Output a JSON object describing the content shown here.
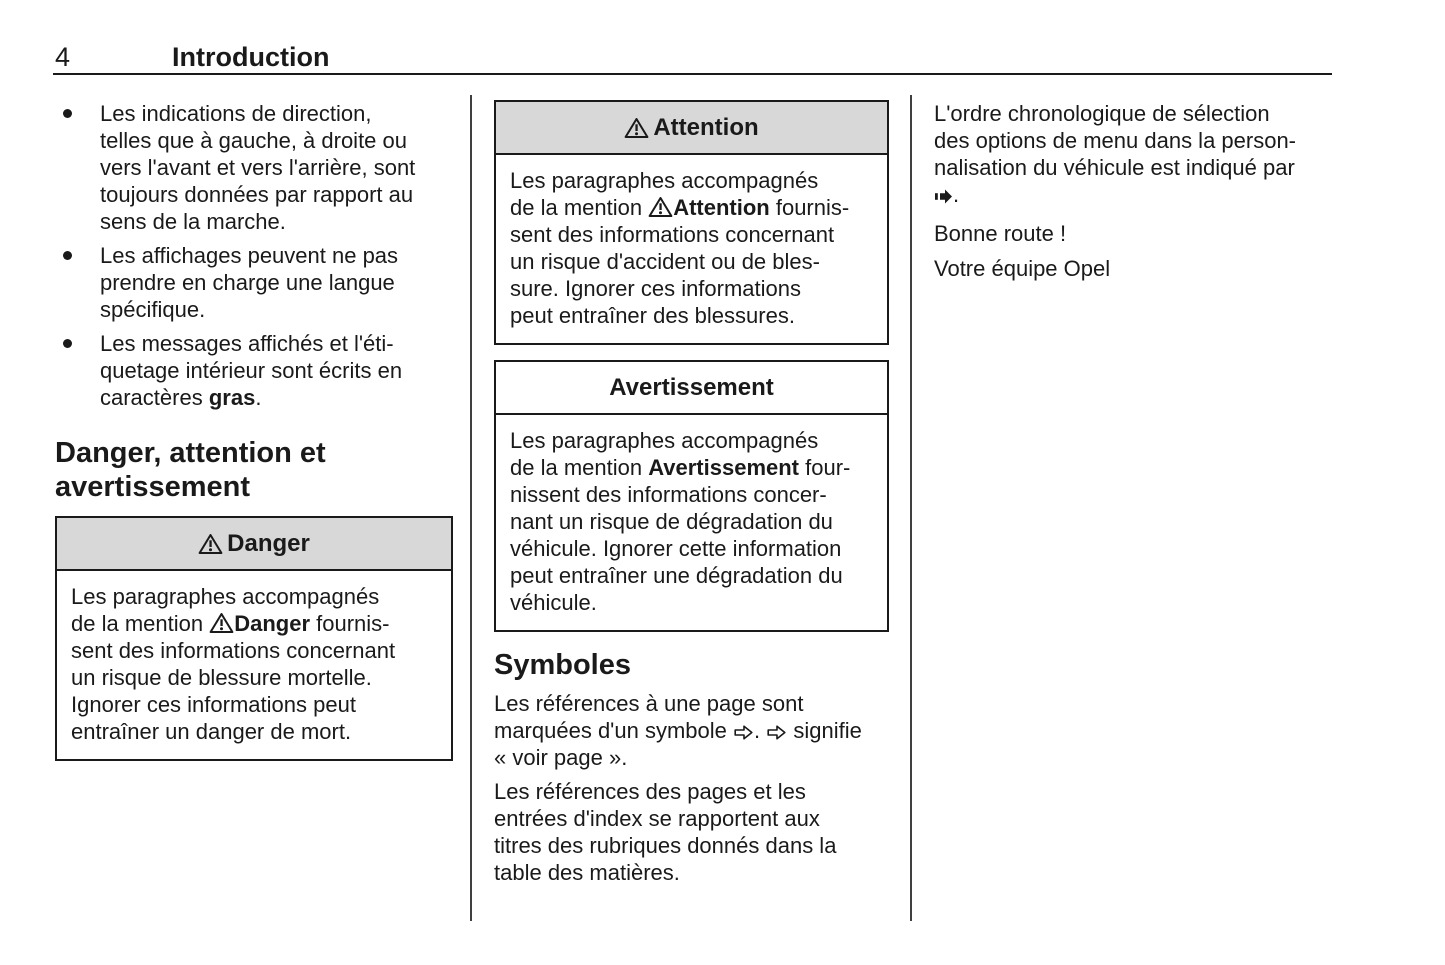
{
  "page": {
    "number": "4",
    "chapter": "Introduction"
  },
  "col1": {
    "bullets": [
      {
        "runs": [
          {
            "t": "Les indications de direction,\ntelles que à gauche, à droite ou\nvers l'avant et vers l'arrière, sont\ntoujours données par rapport au\nsens de la marche."
          }
        ]
      },
      {
        "runs": [
          {
            "t": "Les affichages peuvent ne pas\nprendre en charge une langue\nspécifique."
          }
        ]
      },
      {
        "runs": [
          {
            "t": "Les messages affichés et l'éti-\nquetage intérieur sont écrits en\ncaractères "
          },
          {
            "t": "gras",
            "b": true
          },
          {
            "t": "."
          }
        ]
      }
    ],
    "heading": "Danger, attention et\navertissement",
    "danger_box": {
      "title": "Danger",
      "title_icon": "warning-triangle-icon",
      "body_runs": [
        {
          "t": "Les paragraphes accompagnés\nde la mention "
        },
        {
          "icon": "warning-triangle-icon"
        },
        {
          "t": "Danger",
          "b": true
        },
        {
          "t": " fournis-\nsent des informations concernant\nun risque de blessure mortelle.\nIgnorer ces informations peut\nentraîner un danger de mort."
        }
      ]
    }
  },
  "col2": {
    "attention_box": {
      "title": "Attention",
      "title_icon": "warning-triangle-icon",
      "body_runs": [
        {
          "t": "Les paragraphes accompagnés\nde la mention "
        },
        {
          "icon": "warning-triangle-icon"
        },
        {
          "t": "Attention",
          "b": true
        },
        {
          "t": " fournis-\nsent des informations concernant\nun risque d'accident ou de bles-\nsure. Ignorer ces informations\npeut entraîner des blessures."
        }
      ]
    },
    "warning_box": {
      "title": "Avertissement",
      "body_runs": [
        {
          "t": "Les paragraphes accompagnés\nde la mention "
        },
        {
          "t": "Avertissement",
          "b": true
        },
        {
          "t": " four-\nnissent des informations concer-\nnant un risque de dégradation du\nvéhicule. Ignorer cette information\npeut entraîner une dégradation du\nvéhicule."
        }
      ]
    },
    "symbols": {
      "heading": "Symboles",
      "para1_runs": [
        {
          "t": "Les références à une page sont\nmarquées d'un symbole "
        },
        {
          "icon": "page-ref-arrow-icon"
        },
        {
          "t": ". "
        },
        {
          "icon": "page-ref-arrow-icon"
        },
        {
          "t": " signifie\n« voir page »."
        }
      ],
      "para2_runs": [
        {
          "t": "Les références des pages et les\nentrées d'index se rapportent aux\ntitres des rubriques donnés dans la\ntable des matières."
        }
      ]
    }
  },
  "col3": {
    "para_runs": [
      {
        "t": "L'ordre chronologique de sélection\ndes options de menu dans la person-\nnalisation du véhicule est indiqué par\n"
      },
      {
        "icon": "menu-seq-arrow-icon"
      },
      {
        "t": "."
      }
    ],
    "closing1": "Bonne route !",
    "closing2": "Votre équipe Opel"
  }
}
